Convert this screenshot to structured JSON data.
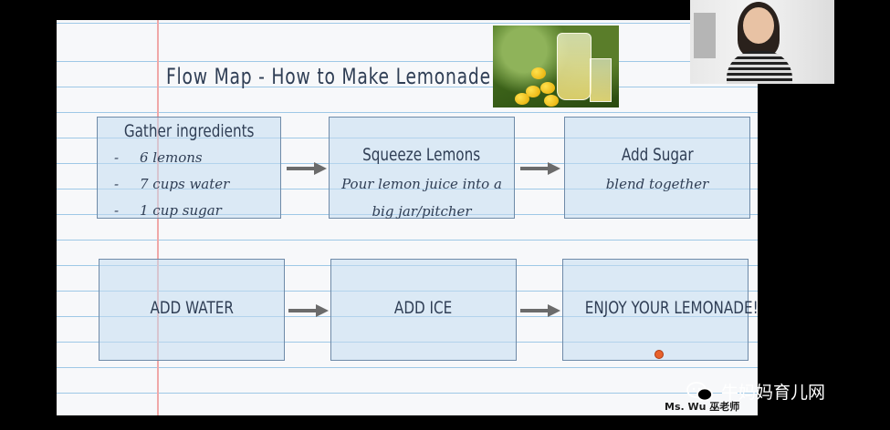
{
  "slide": {
    "title": "Flow Map - How to Make Lemonade",
    "credit": "Ms. Wu 巫老师",
    "steps_row1": [
      {
        "title": "Gather ingredients",
        "items": [
          "6 lemons",
          "7 cups water",
          "1 cup sugar"
        ]
      },
      {
        "title": "Squeeze Lemons",
        "desc_line1": "Pour lemon juice into a",
        "desc_line2": "big jar/pitcher"
      },
      {
        "title": "Add Sugar",
        "desc_line1": "blend together"
      }
    ],
    "steps_row2": [
      {
        "title": "ADD WATER"
      },
      {
        "title": "ADD ICE"
      },
      {
        "title": "ENJOY YOUR LEMONADE!"
      }
    ],
    "list_bullet": "-"
  },
  "watermark": {
    "text": "牛妈妈育儿网",
    "icon": "wechat-icon"
  },
  "colors": {
    "box_fill": "#c4dcf0",
    "box_border": "#6e8aa8",
    "arrow": "#6b6b6b",
    "notebook_line": "#9ec8e6",
    "margin_line": "#f0a8a8",
    "text": "#2f3e55"
  }
}
